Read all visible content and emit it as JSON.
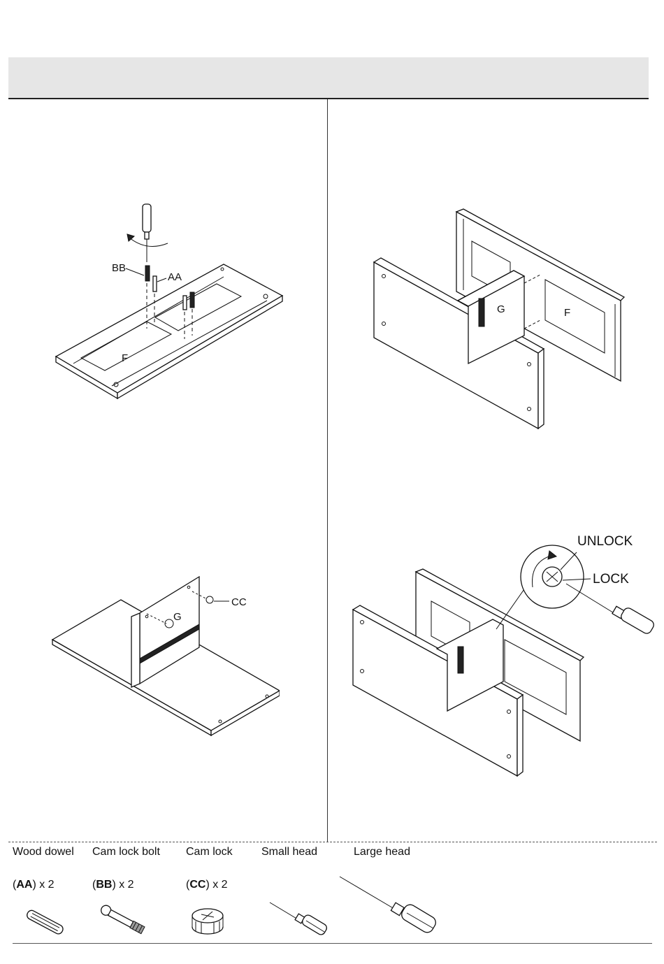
{
  "steps": {
    "step1": {
      "label_bb": "BB",
      "label_aa": "AA",
      "label_panel": "F"
    },
    "step2": {
      "label_g": "G",
      "label_f": "F"
    },
    "step3": {
      "label_g": "G",
      "label_cc": "CC"
    },
    "step4": {
      "label_unlock": "UNLOCK",
      "label_lock": "LOCK"
    }
  },
  "hardware": [
    {
      "name": "Wood dowel",
      "code": "AA",
      "qty": "x 2",
      "icon": "wood-dowel-icon"
    },
    {
      "name": "Cam lock bolt",
      "code": "BB",
      "qty": "x 2",
      "icon": "cam-lock-bolt-icon"
    },
    {
      "name": "Cam lock",
      "code": "CC",
      "qty": "x 2",
      "icon": "cam-lock-icon"
    }
  ],
  "tools": [
    {
      "name": "Small head",
      "icon": "small-screwdriver-icon"
    },
    {
      "name": "Large head",
      "icon": "large-screwdriver-icon"
    }
  ],
  "colors": {
    "header_bar": "#e6e6e6",
    "line": "#111111"
  }
}
